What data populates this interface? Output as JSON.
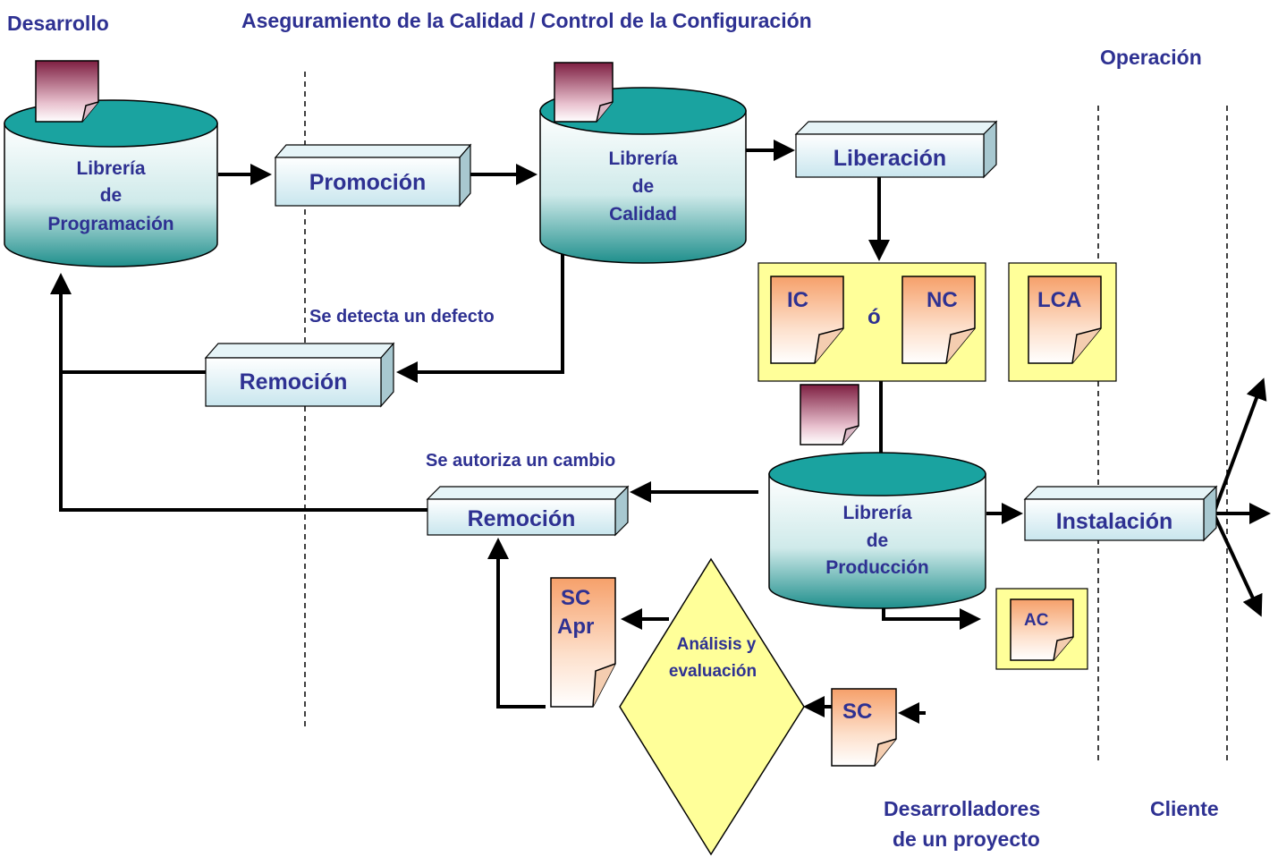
{
  "headers": {
    "desarrollo": "Desarrollo",
    "aseguramiento": "Aseguramiento de la Calidad / Control de la Configuración",
    "operacion": "Operación",
    "desarrolladores_1": "Desarrolladores",
    "desarrolladores_2": "de un proyecto",
    "cliente": "Cliente"
  },
  "libraries": {
    "programacion": [
      "Librería",
      "de",
      "Programación"
    ],
    "calidad": [
      "Librería",
      "de",
      "Calidad"
    ],
    "produccion": [
      "Librería",
      "de",
      "Producción"
    ]
  },
  "processes": {
    "promocion": "Promoción",
    "liberacion": "Liberación",
    "remocion_1": "Remoción",
    "remocion_2": "Remoción",
    "instalacion": "Instalación"
  },
  "notes": {
    "defecto": "Se detecta un defecto",
    "cambio": "Se autoriza un cambio"
  },
  "documents": {
    "ic": "IC",
    "o": "ó",
    "nc": "NC",
    "lca": "LCA",
    "ac": "AC",
    "sc": "SC",
    "sc_apr_1": "SC",
    "sc_apr_2": "Apr"
  },
  "decision": {
    "line1": "Análisis y",
    "line2": "evaluación"
  },
  "colors": {
    "text": "#2e3192",
    "cylinder_top": "#1aa3a0",
    "box_face": "#d8eef3",
    "yellow": "#ffff99",
    "doc_peach": "#f9b98a",
    "doc_maroon": "#8b2848"
  }
}
